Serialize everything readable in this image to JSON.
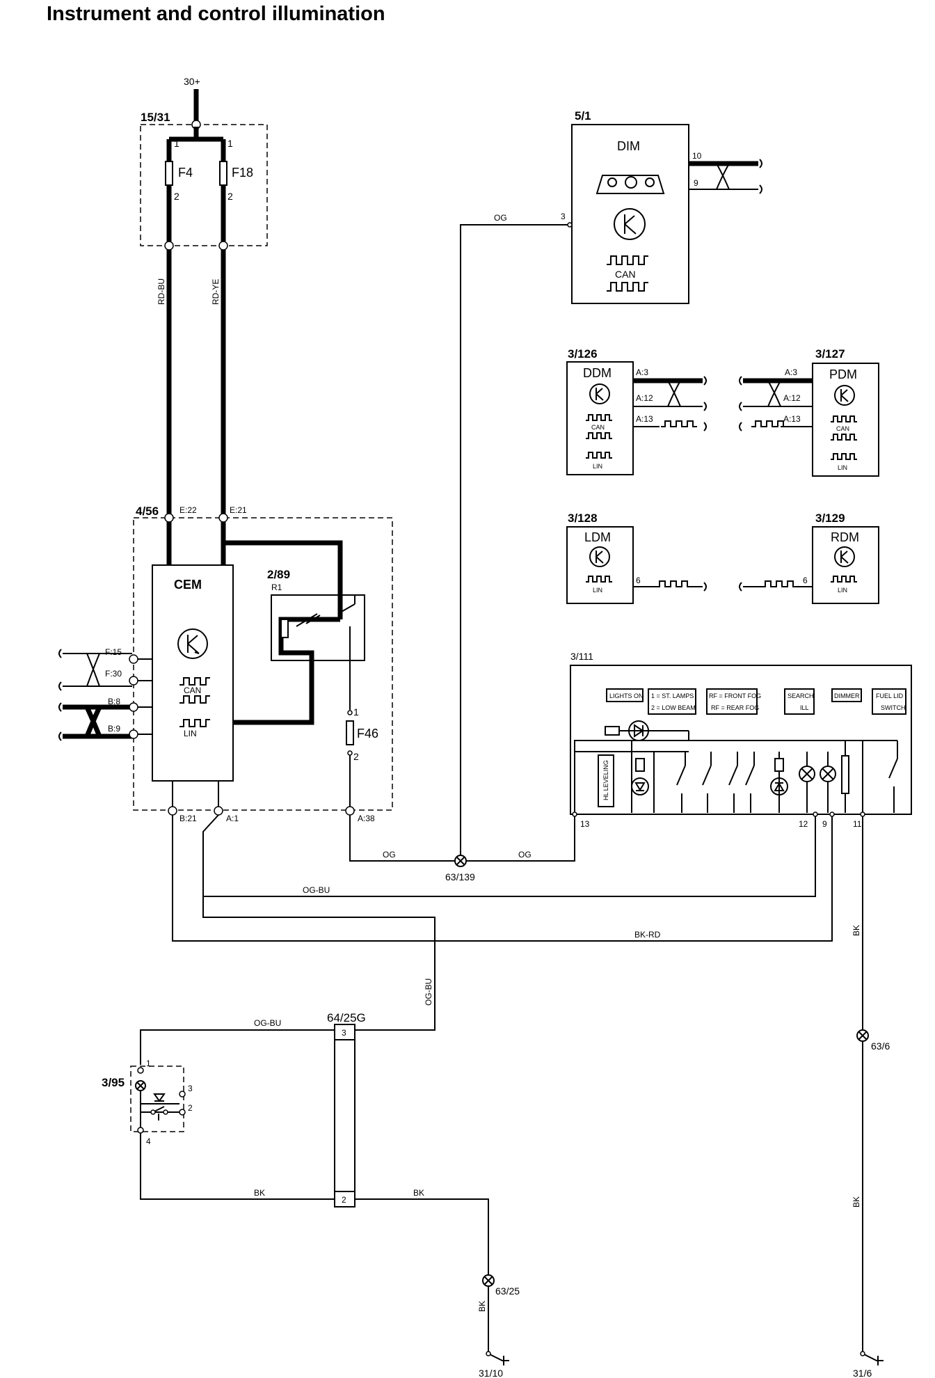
{
  "title": "Instrument and control illumination",
  "power": {
    "source": "30+"
  },
  "fuse_box": {
    "code": "15/31",
    "fuse_a": "F4",
    "fuse_b": "F18",
    "pin_in": "1",
    "pin_out": "2",
    "wire_a": "RD-BU",
    "wire_b": "RD-YE"
  },
  "dim": {
    "code": "5/1",
    "name": "DIM",
    "pin_in": "3",
    "pin_a": "10",
    "pin_b": "9",
    "can": "CAN"
  },
  "doors": [
    {
      "code": "3/126",
      "name": "DDM",
      "pins": [
        "A:3",
        "A:12",
        "A:13"
      ],
      "can": "CAN",
      "lin": "LIN"
    },
    {
      "code": "3/127",
      "name": "PDM",
      "pins": [
        "A:3",
        "A:12",
        "A:13"
      ],
      "can": "CAN",
      "lin": "LIN"
    },
    {
      "code": "3/128",
      "name": "LDM",
      "pin": "6",
      "lin": "LIN"
    },
    {
      "code": "3/129",
      "name": "RDM",
      "pin": "6",
      "lin": "LIN"
    }
  ],
  "cem": {
    "code": "4/56",
    "name": "CEM",
    "pins": [
      "E:22",
      "E:21",
      "F:15",
      "F:30",
      "B:8",
      "B:9",
      "B:21",
      "A:1",
      "A:38"
    ],
    "can": "CAN",
    "lin": "LIN"
  },
  "relay": {
    "code": "2/89",
    "name": "R1"
  },
  "fuse_f46": {
    "name": "F46",
    "pin_in": "1",
    "pin_out": "2"
  },
  "switch_module": {
    "code": "3/111",
    "labels": [
      "LIGHTS ON",
      "1 = ST. LAMPS",
      "2 = LOW BEAM",
      "RF = FRONT FOG",
      "RF = REAR FOG",
      "SEARCH",
      "ILL",
      "DIMMER",
      "FUEL LID",
      "SWITCH",
      "HL LEVELING"
    ],
    "pins": [
      "13",
      "12",
      "9",
      "11"
    ]
  },
  "splices": [
    "63/139",
    "63/6",
    "63/25"
  ],
  "wires": {
    "og": "OG",
    "og_bu": "OG-BU",
    "bk_rd": "BK-RD",
    "bk": "BK"
  },
  "connector": {
    "code": "64/25G",
    "pin_top": "3",
    "pin_bottom": "2"
  },
  "dimmer": {
    "code": "3/95",
    "pins": [
      "1",
      "3",
      "2",
      "4"
    ]
  },
  "grounds": [
    "31/10",
    "31/6"
  ]
}
